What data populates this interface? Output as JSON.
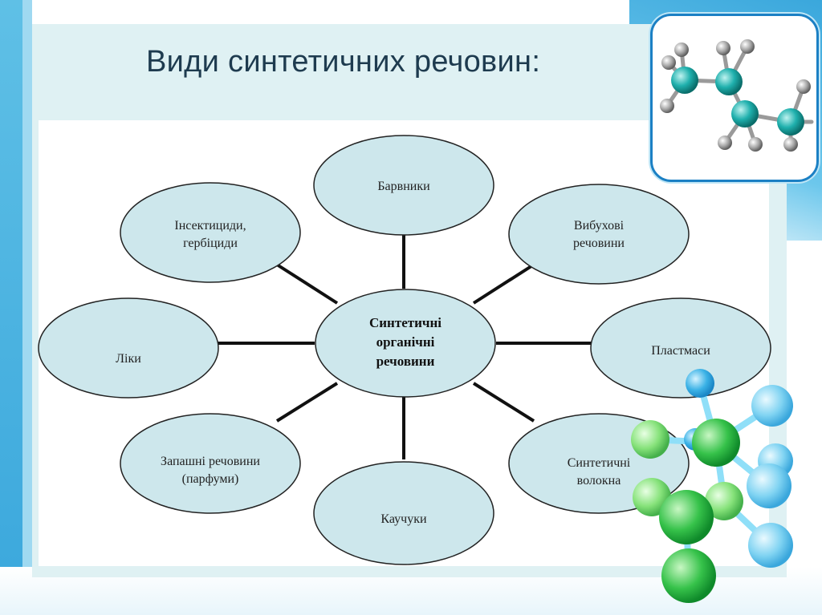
{
  "title": "Види синтетичних речовин:",
  "diagram": {
    "center": {
      "lines": [
        "Синтетичні",
        "органічні",
        "речовини"
      ]
    },
    "nodes": [
      {
        "id": "barvnyky",
        "lines": [
          "Барвники"
        ]
      },
      {
        "id": "vybukhovi",
        "lines": [
          "Вибухові",
          "речовини"
        ]
      },
      {
        "id": "plastmasy",
        "lines": [
          "Пластмаси"
        ]
      },
      {
        "id": "volokna",
        "lines": [
          "Синтетичні",
          "волокна"
        ]
      },
      {
        "id": "kauchuky",
        "lines": [
          "Каучуки"
        ]
      },
      {
        "id": "parfumy",
        "lines": [
          "Запашні речовини",
          "(парфуми)"
        ]
      },
      {
        "id": "liky",
        "lines": [
          "Ліки"
        ]
      },
      {
        "id": "insektytsydy",
        "lines": [
          "Інсектициди,",
          "гербіциди"
        ]
      }
    ]
  },
  "colors": {
    "ellipse_fill": "#cde7ec",
    "ellipse_stroke": "#222222",
    "connector": "#111111",
    "accent": "#1b80c4"
  },
  "icons": [
    "butane-molecule-icon",
    "green-molecule-icon"
  ]
}
